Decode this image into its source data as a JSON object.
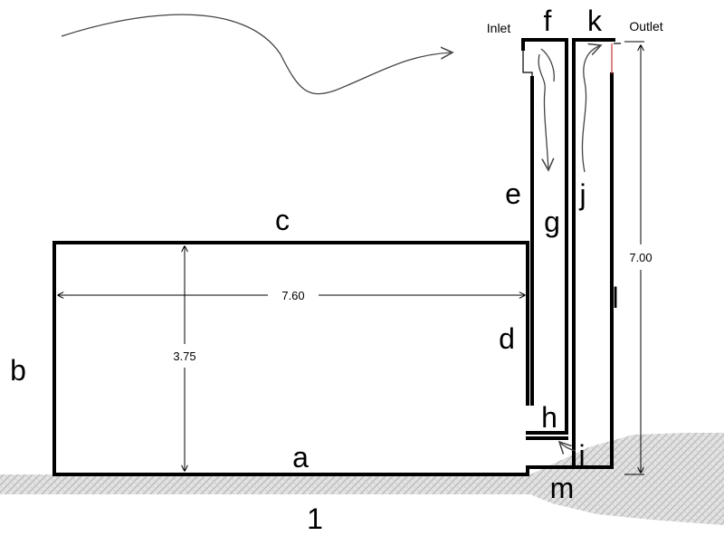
{
  "labels": {
    "a": "a",
    "b": "b",
    "c": "c",
    "d": "d",
    "e": "e",
    "f": "f",
    "g": "g",
    "h": "h",
    "i": "i",
    "j": "j",
    "k": "k",
    "l": "l",
    "m": "m",
    "one": "1"
  },
  "annotations": {
    "inlet": "Inlet",
    "outlet": "Outlet"
  },
  "dimensions": {
    "width": "7.60",
    "height": "3.75",
    "chimney": "7.00"
  }
}
